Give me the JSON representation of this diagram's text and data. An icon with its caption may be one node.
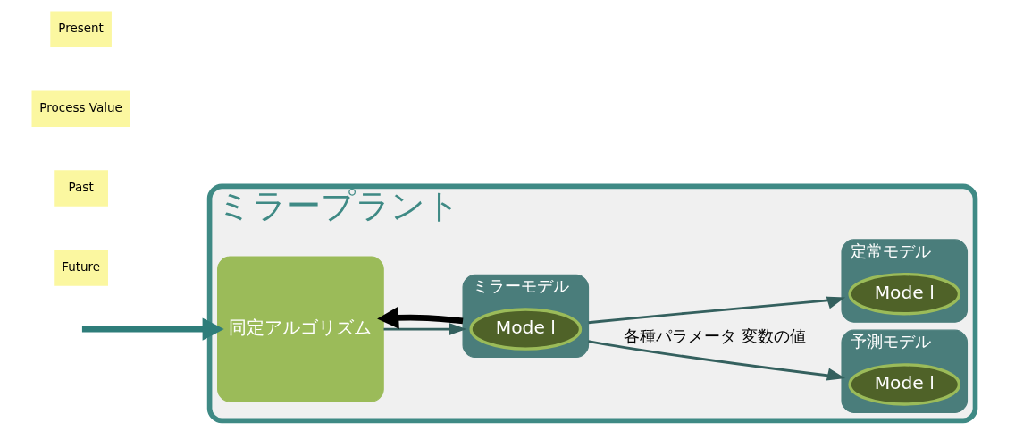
{
  "diagram": {
    "nodes": [
      {
        "text": [
          "ミラープラント"
        ]
      },
      {
        "text": [
          "同定アルゴリズム"
        ],
        "in": 0
      },
      {
        "text": [
          "ミラーモデル"
        ],
        "in": 0
      },
      {
        "text": [
          "Mode l"
        ],
        "in": 2
      },
      {
        "text": [
          "予測モデル"
        ],
        "in": 0
      },
      {
        "text": [
          "Mode l"
        ],
        "in": 4
      },
      {
        "text": [
          "定常モデル"
        ],
        "in": 0
      },
      {
        "text": [
          "Mode l"
        ],
        "in": 6
      }
    ],
    "edges": [
      {
        "from": null,
        "to": 1,
        "arrow": "to",
        "color": "#2e7d7a",
        "style": "thick"
      },
      {
        "from": 1,
        "to": 2,
        "arrow": "to"
      },
      {
        "from": 2,
        "to": 1,
        "arrow": "to",
        "style": "thick",
        "color": "#000000"
      },
      {
        "from": 2,
        "to": 4,
        "arrow": "to",
        "label": "各種パラメータ 変数の値"
      },
      {
        "from": 2,
        "to": 6,
        "arrow": "to"
      }
    ],
    "labels": [
      "Present",
      "Process Value",
      "Past",
      "Future"
    ]
  }
}
